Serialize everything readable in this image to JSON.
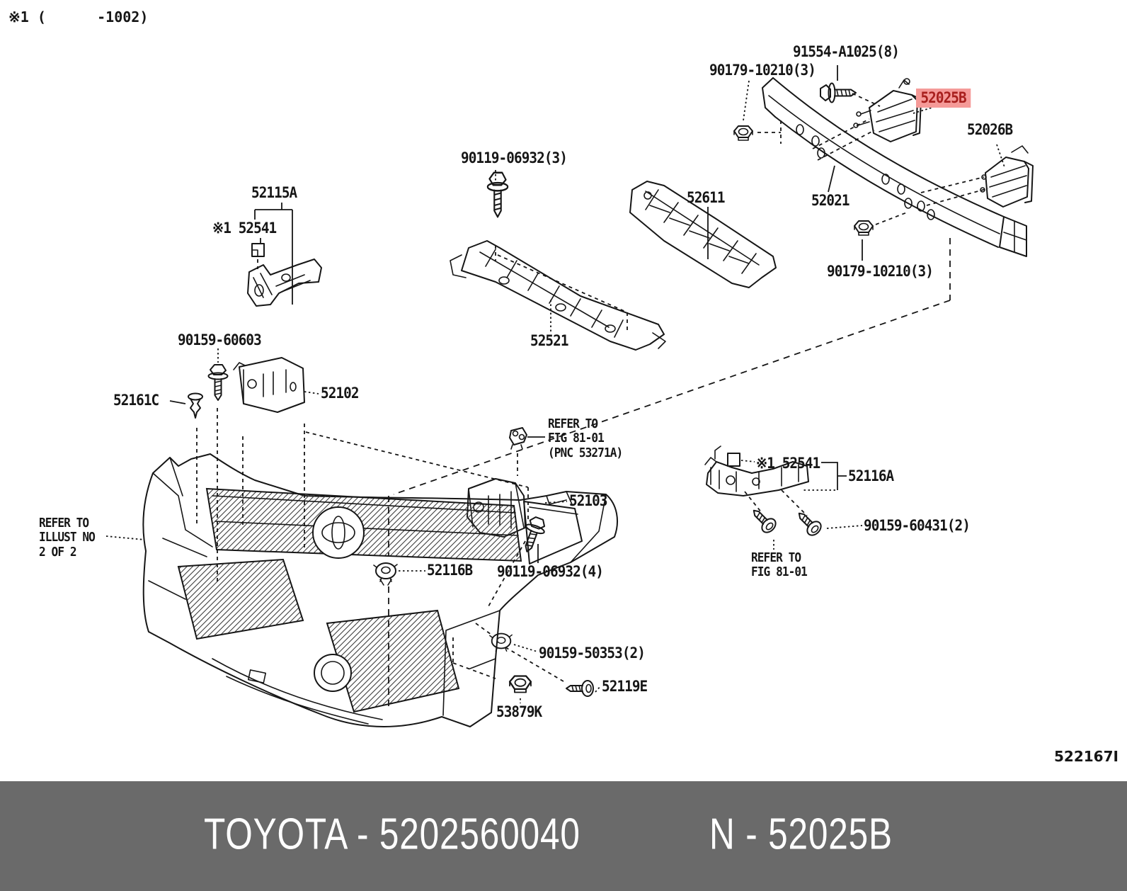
{
  "page": {
    "footnote": "※1 (      -1002)",
    "diagram_code": "522167I"
  },
  "colors": {
    "line": "#161616",
    "bg": "#ffffff",
    "highlight_bg": "#f59a98",
    "highlight_text": "#a81f1d",
    "banner_bg": "#6a6a6a",
    "banner_text": "#ffffff"
  },
  "banner": {
    "left": "TOYOTA - 5202560040",
    "right": "N - 52025B"
  },
  "labels": [
    {
      "id": "footnote",
      "text": "※1 (      -1002)"
    },
    {
      "id": "91554-A1025",
      "text": "91554-A1025(8)"
    },
    {
      "id": "90179-10210-top",
      "text": "90179-10210(3)"
    },
    {
      "id": "52025B",
      "text": "52025B",
      "highlighted": true
    },
    {
      "id": "52026B",
      "text": "52026B"
    },
    {
      "id": "52021",
      "text": "52021"
    },
    {
      "id": "90179-10210-bottom",
      "text": "90179-10210(3)"
    },
    {
      "id": "90119-06932-3",
      "text": "90119-06932(3)"
    },
    {
      "id": "52611",
      "text": "52611"
    },
    {
      "id": "52521",
      "text": "52521"
    },
    {
      "id": "52115A",
      "text": "52115A"
    },
    {
      "id": "52541-left",
      "text": "※1 52541"
    },
    {
      "id": "90159-60603",
      "text": "90159-60603"
    },
    {
      "id": "52161C",
      "text": "52161C"
    },
    {
      "id": "52102",
      "text": "52102"
    },
    {
      "id": "refer-fig-8101-pnc",
      "text": "REFER TO\nFIG 81-01\n(PNC 53271A)"
    },
    {
      "id": "52103",
      "text": "52103"
    },
    {
      "id": "52541-right",
      "text": "※1 52541"
    },
    {
      "id": "52116A",
      "text": "52116A"
    },
    {
      "id": "90159-60431",
      "text": "90159-60431(2)"
    },
    {
      "id": "refer-fig-8101",
      "text": "REFER TO\nFIG 81-01"
    },
    {
      "id": "52116B",
      "text": "52116B"
    },
    {
      "id": "90119-06932-4",
      "text": "90119-06932(4)"
    },
    {
      "id": "refer-illust",
      "text": "REFER TO\nILLUST NO\n2 OF 2"
    },
    {
      "id": "90159-50353",
      "text": "90159-50353(2)"
    },
    {
      "id": "52119E",
      "text": "52119E"
    },
    {
      "id": "53879K",
      "text": "53879K"
    },
    {
      "id": "diagram-code",
      "text": "522167I"
    }
  ]
}
